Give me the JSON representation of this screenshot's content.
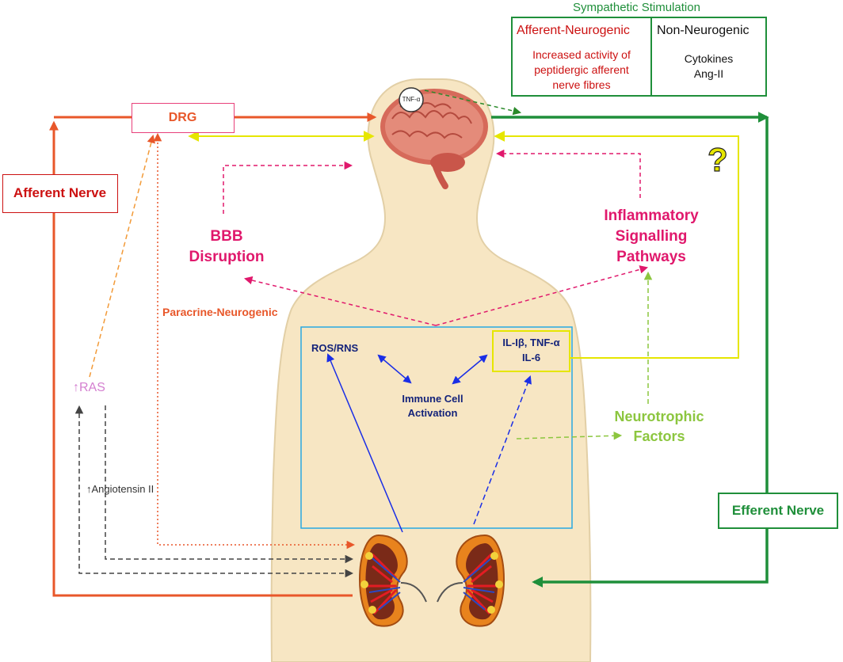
{
  "colors": {
    "afferent": "#e8572a",
    "efferent": "#1f8f3a",
    "pink": "#e0186c",
    "navy": "#14237a",
    "blue": "#1a2ee6",
    "lime": "#8cc63f",
    "yellow": "#e6e600",
    "gray": "#444444",
    "body_skin": "#f7e6c3",
    "body_outline": "#e2cfa6",
    "dark_red": "#cc1111",
    "dark_green": "#1f8f3a",
    "lavender": "#d47fd0",
    "cyan_box": "#29a9e1"
  },
  "sympathetic": {
    "title": "Sympathetic Stimulation",
    "afferent_neurogenic": "Afferent-Neurogenic",
    "afferent_text_1": "Increased activity of",
    "afferent_text_2": "peptidergic afferent",
    "afferent_text_3": "nerve fibres",
    "non_neurogenic": "Non-Neurogenic",
    "cytokines": "Cytokines",
    "ang_ii": "Ang-II"
  },
  "dorsal_root": {
    "label": "DRG"
  },
  "afferent_nerve": {
    "label": "Afferent Nerve"
  },
  "efferent_nerve": {
    "label": "Efferent Nerve"
  },
  "brain": {
    "marker": "TNF-α"
  },
  "question_mark": "?",
  "bbb": {
    "line1": "BBB",
    "line2": "Disruption"
  },
  "inflammatory": {
    "line1": "Inflammatory",
    "line2": "Signalling",
    "line3": "Pathways"
  },
  "paracrine": "Paracrine-Neurogenic",
  "ras": {
    "arrow": "↑",
    "label": "RAS"
  },
  "angiotensin": {
    "arrow": "↑",
    "label": "Angiotensin II"
  },
  "immune_box": {
    "ros": "ROS/RNS",
    "immune_line1": "Immune Cell",
    "immune_line2": "Activation",
    "cytokine_line1": "IL-Iβ, TNF-α",
    "cytokine_line2": "IL-6"
  },
  "neurotrophic": {
    "line1": "Neurotrophic",
    "line2": "Factors"
  }
}
